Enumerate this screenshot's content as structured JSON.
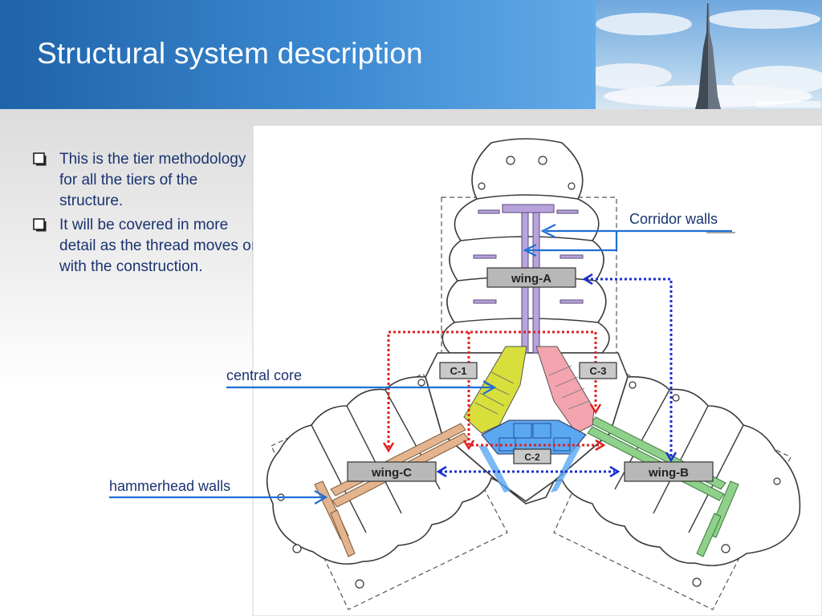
{
  "slide": {
    "title": "Structural system description",
    "bullets": [
      "This is  the tier methodology for all the tiers of the structure.",
      " It will be covered in more detail as the thread moves on with the construction."
    ]
  },
  "diagram": {
    "wing_labels": {
      "a": "wing-A",
      "b": "wing-B",
      "c": "wing-C"
    },
    "core_labels": {
      "c1": "C-1",
      "c2": "C-2",
      "c3": "C-3"
    },
    "annotations": {
      "corridor": "Corridor walls",
      "core": "central core",
      "hammerhead": "hammerhead walls"
    },
    "colors": {
      "header_blue": "#2a73bc",
      "annotation_blue": "#1f6fd6",
      "c1_fill": "#d8df3c",
      "c2_fill": "#5aa7f2",
      "c3_fill": "#f3a4ae",
      "wing_a_walls": "#b9a3dc",
      "wing_b_walls": "#8fd08a",
      "wing_c_walls": "#e3b48e",
      "dotted_red": "#e02020",
      "dotted_blue": "#1a2fd0"
    }
  }
}
